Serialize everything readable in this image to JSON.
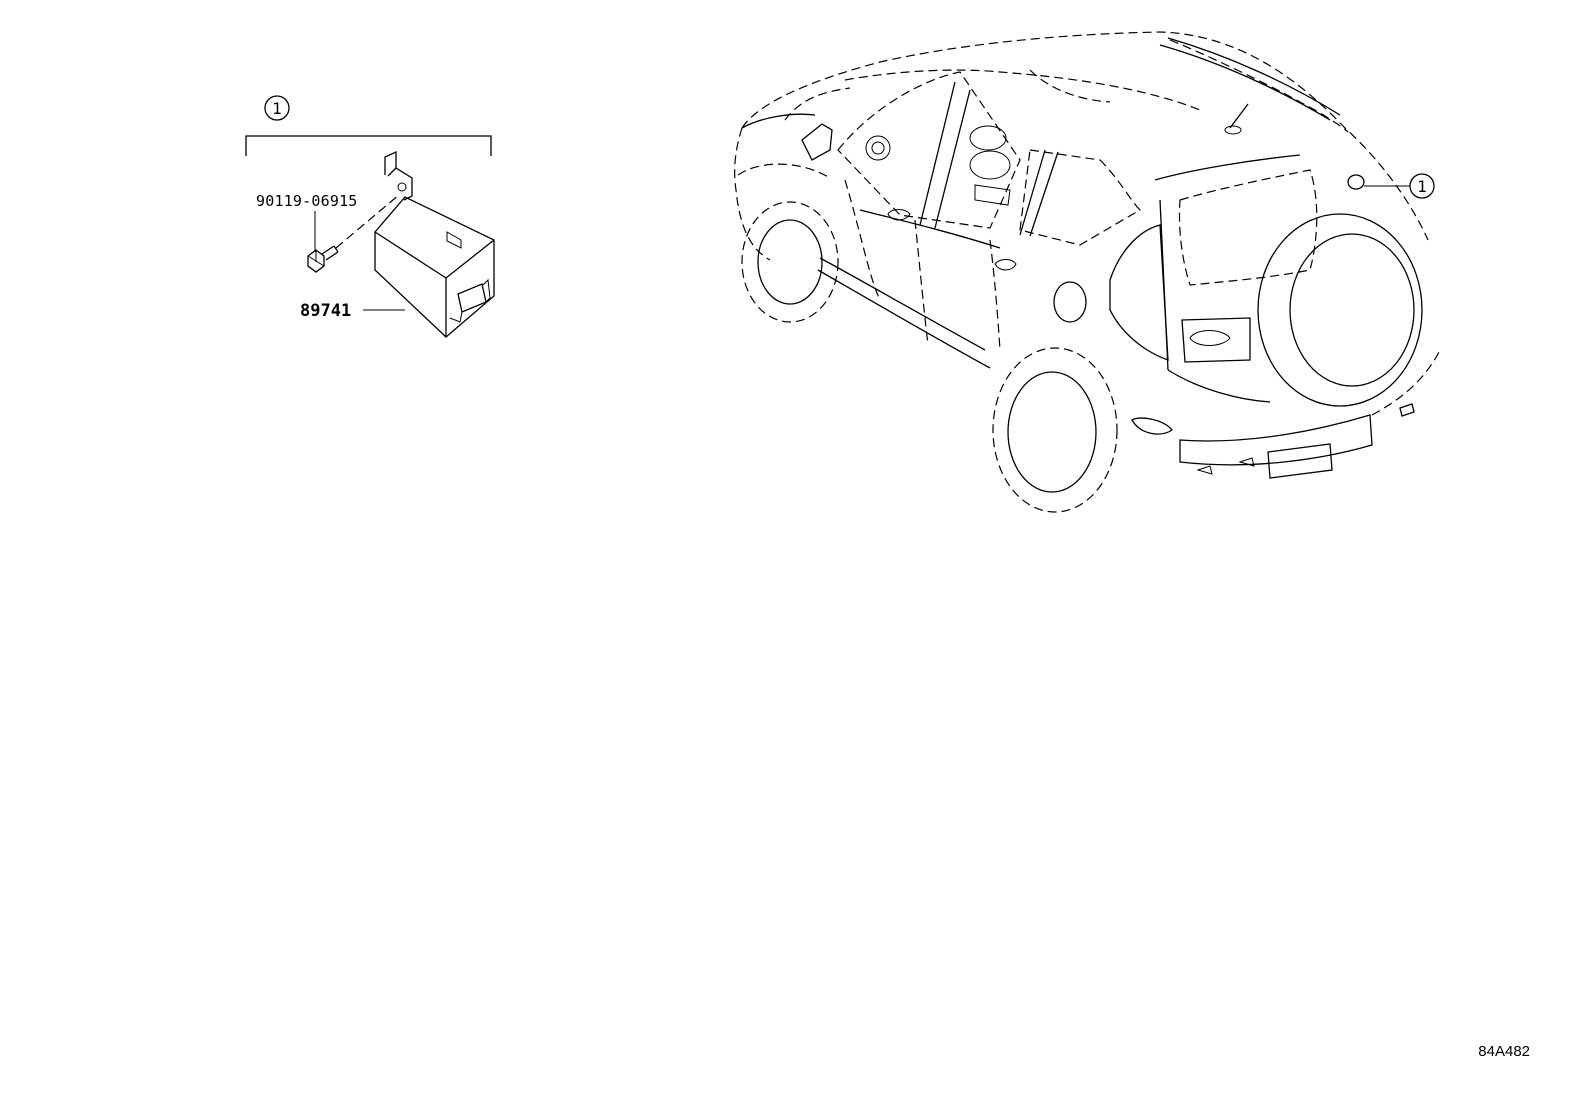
{
  "callouts": {
    "group_ref": "1",
    "vehicle_ref": "1"
  },
  "parts": {
    "bolt_number": "90119-06915",
    "module_number": "89741"
  },
  "figure_code": "84A482"
}
